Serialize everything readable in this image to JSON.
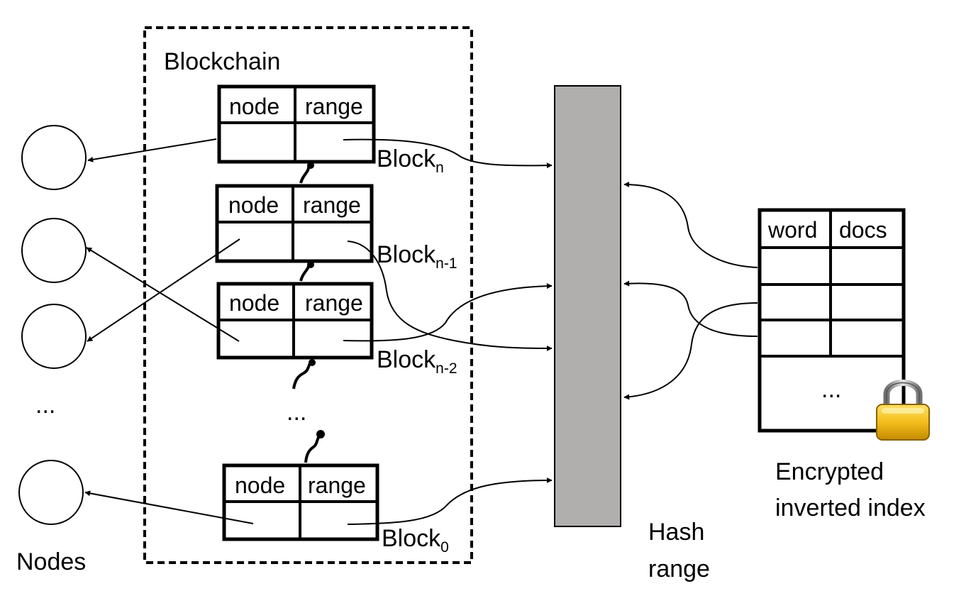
{
  "blockchain": {
    "title": "Blockchain",
    "header_node": "node",
    "header_range": "range",
    "ellipsis": "...",
    "blocks": [
      {
        "name": "Block",
        "sub": "n"
      },
      {
        "name": "Block",
        "sub": "n-1"
      },
      {
        "name": "Block",
        "sub": "n-2"
      },
      {
        "name": "Block",
        "sub": "0"
      }
    ]
  },
  "nodes": {
    "label": "Nodes",
    "ellipsis": "..."
  },
  "hash": {
    "line1": "Hash",
    "line2": "range",
    "bar_color": "#b1aeae"
  },
  "index": {
    "header_word": "word",
    "header_docs": "docs",
    "ellipsis": "...",
    "label_line1": "Encrypted",
    "label_line2": "inverted index",
    "lock_icon": "padlock-icon",
    "lock_color": "#f2be1c"
  }
}
